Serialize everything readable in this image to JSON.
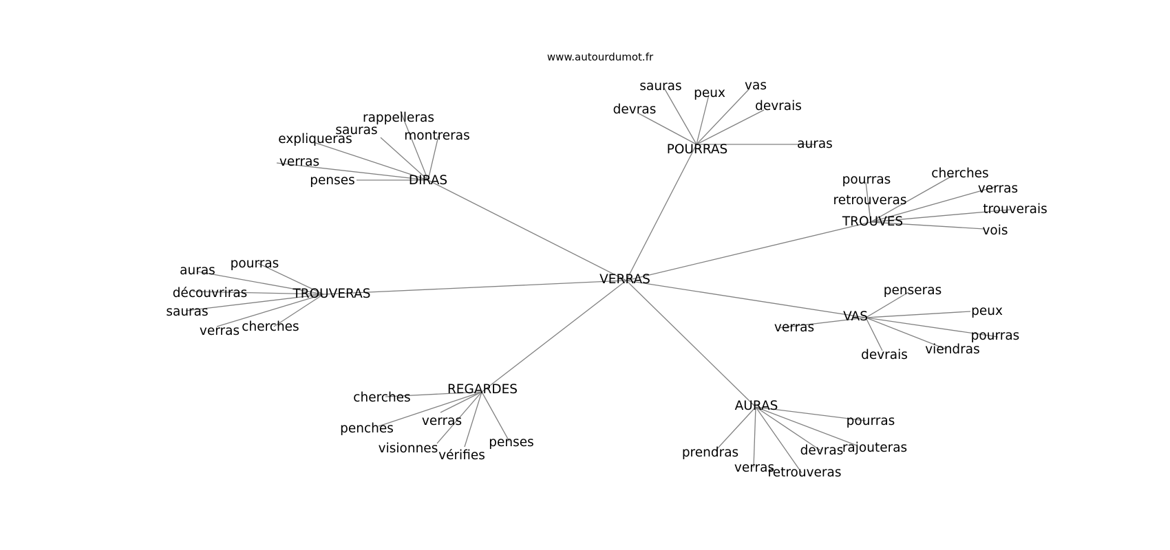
{
  "source": "www.autourdumot.fr",
  "center": "VERRAS",
  "hubs": [
    {
      "word": "DIRAS",
      "leaves": [
        "rappelleras",
        "sauras",
        "expliqueras",
        "montreras",
        "verras",
        "penses"
      ]
    },
    {
      "word": "POURRAS",
      "leaves": [
        "sauras",
        "peux",
        "vas",
        "devras",
        "devrais",
        "auras"
      ]
    },
    {
      "word": "TROUVES",
      "leaves": [
        "pourras",
        "cherches",
        "verras",
        "retrouveras",
        "trouverais",
        "vois"
      ]
    },
    {
      "word": "TROUVERAS",
      "leaves": [
        "pourras",
        "auras",
        "découvriras",
        "sauras",
        "cherches",
        "verras"
      ]
    },
    {
      "word": "VAS",
      "leaves": [
        "penseras",
        "peux",
        "verras",
        "pourras",
        "viendras",
        "devrais"
      ]
    },
    {
      "word": "REGARDES",
      "leaves": [
        "cherches",
        "verras",
        "penches",
        "visionnes",
        "penses",
        "vérifies"
      ]
    },
    {
      "word": "AURAS",
      "leaves": [
        "pourras",
        "prendras",
        "devras",
        "rajouteras",
        "verras",
        "retrouveras"
      ]
    }
  ]
}
